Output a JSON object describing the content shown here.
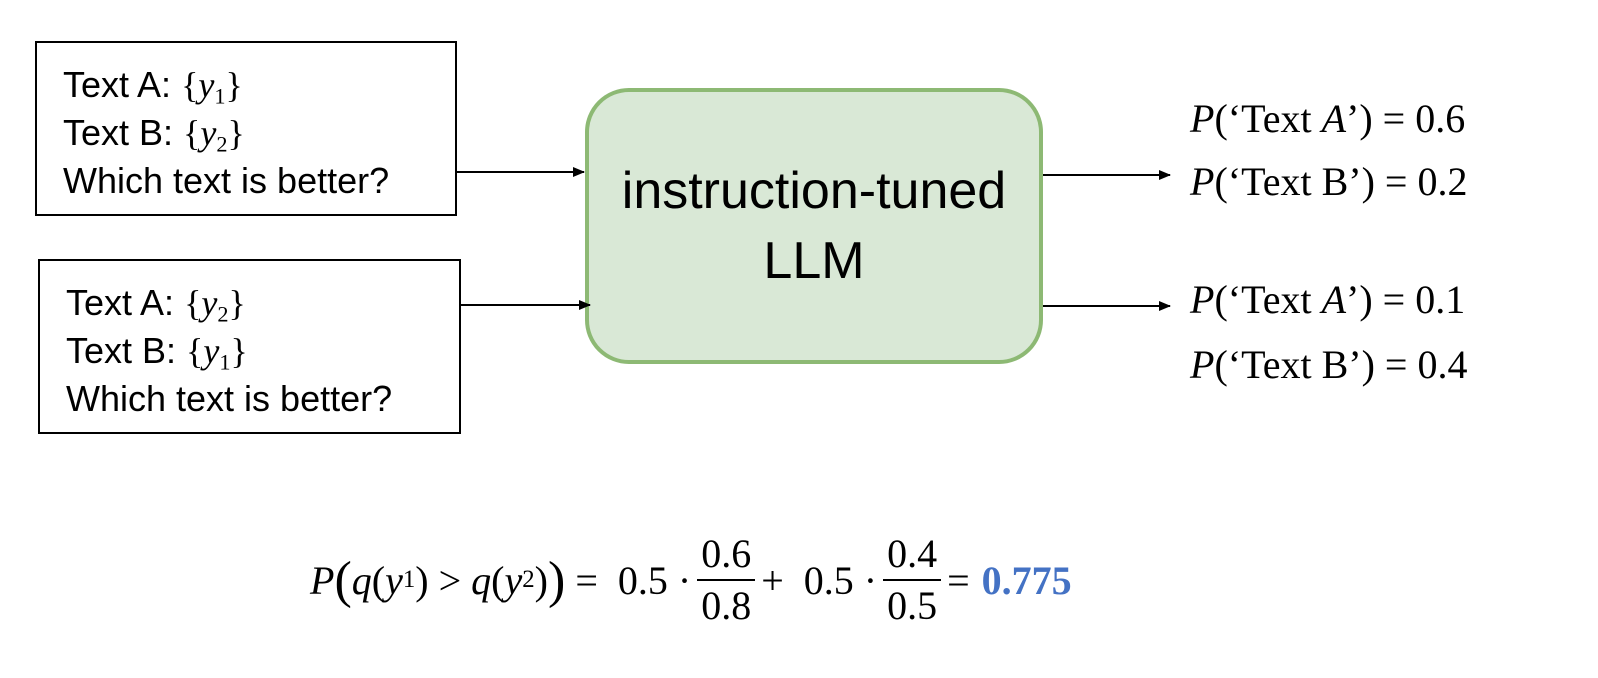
{
  "prompts": [
    {
      "text_a_label": "Text A: ",
      "text_a_var": "y",
      "text_a_sub": "1",
      "text_b_label": "Text B: ",
      "text_b_var": "y",
      "text_b_sub": "2",
      "question": "Which text is better?"
    },
    {
      "text_a_label": "Text A: ",
      "text_a_var": "y",
      "text_a_sub": "2",
      "text_b_label": "Text B: ",
      "text_b_var": "y",
      "text_b_sub": "1",
      "question": "Which text is better?"
    }
  ],
  "model": {
    "line1": "instruction-tuned",
    "line2": "LLM",
    "fill_color": "#d9e8d6",
    "border_color": "#8db974"
  },
  "outputs": [
    {
      "label_a": "A",
      "value": "0.6",
      "option": "Text A"
    },
    {
      "label_b": "B",
      "value": "0.2",
      "option": "Text B"
    },
    {
      "label_a": "A",
      "value": "0.1",
      "option": "Text A"
    },
    {
      "label_b": "B",
      "value": "0.4",
      "option": "Text B"
    }
  ],
  "formula": {
    "lhs_P": "P",
    "q": "q",
    "y": "y",
    "sub1": "1",
    "sub2": "2",
    "gt": ">",
    "coef1": "0.5",
    "frac1_num": "0.6",
    "frac1_den": "0.8",
    "plus": "+",
    "coef2": "0.5",
    "frac2_num": "0.4",
    "frac2_den": "0.5",
    "result": "0.775",
    "result_color": "#4472c4"
  }
}
